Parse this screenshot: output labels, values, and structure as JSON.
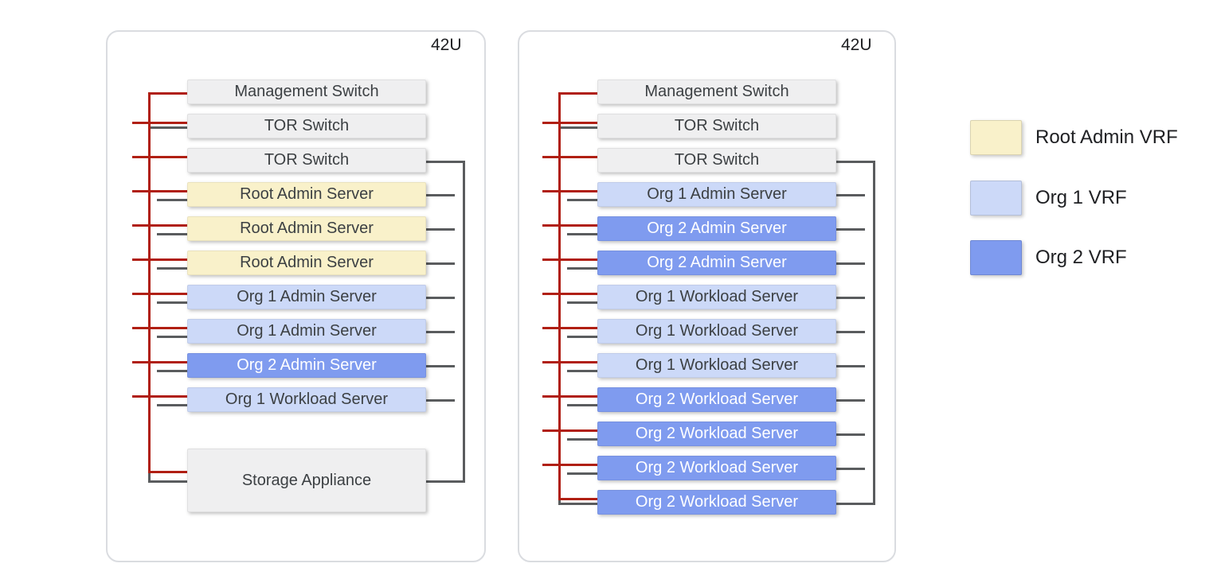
{
  "diagram": {
    "racks": [
      {
        "name": "rack-1",
        "unit_label": "42U",
        "boxes": [
          {
            "label": "Management Switch",
            "type": "management-switch",
            "connections": [
              "mgmt-top-corner"
            ]
          },
          {
            "label": "TOR Switch",
            "type": "tor-switch",
            "connections": [
              "mgmt-tick",
              "data-left-full"
            ]
          },
          {
            "label": "TOR Switch",
            "type": "tor-switch",
            "connections": [
              "mgmt-tick",
              "data-right-full"
            ]
          },
          {
            "label": "Root Admin Server",
            "type": "root-admin-server",
            "connections": [
              "mgmt-tick",
              "data-left-stub",
              "data-right-stub"
            ]
          },
          {
            "label": "Root Admin Server",
            "type": "root-admin-server",
            "connections": [
              "mgmt-tick",
              "data-left-stub",
              "data-right-stub"
            ]
          },
          {
            "label": "Root Admin Server",
            "type": "root-admin-server",
            "connections": [
              "mgmt-tick",
              "data-left-stub",
              "data-right-stub"
            ]
          },
          {
            "label": "Org 1 Admin Server",
            "type": "org1-admin-server",
            "connections": [
              "mgmt-tick",
              "data-left-stub",
              "data-right-stub"
            ]
          },
          {
            "label": "Org 1 Admin Server",
            "type": "org1-admin-server",
            "connections": [
              "mgmt-tick",
              "data-left-stub",
              "data-right-stub"
            ]
          },
          {
            "label": "Org 2 Admin Server",
            "type": "org2-admin-server",
            "connections": [
              "mgmt-tick",
              "data-left-stub",
              "data-right-stub"
            ]
          },
          {
            "label": "Org 1 Workload Server",
            "type": "org1-workload-server",
            "connections": [
              "mgmt-tick",
              "data-left-stub",
              "data-right-stub"
            ]
          },
          {
            "label": "Storage Appliance",
            "type": "storage-appliance",
            "connections": [
              "mgmt-bottom-corner",
              "data-left-full",
              "data-right-full"
            ]
          }
        ]
      },
      {
        "name": "rack-2",
        "unit_label": "42U",
        "boxes": [
          {
            "label": "Management Switch",
            "type": "management-switch",
            "connections": [
              "mgmt-top-corner"
            ]
          },
          {
            "label": "TOR Switch",
            "type": "tor-switch",
            "connections": [
              "mgmt-tick",
              "data-left-full"
            ]
          },
          {
            "label": "TOR Switch",
            "type": "tor-switch",
            "connections": [
              "mgmt-tick",
              "data-right-full"
            ]
          },
          {
            "label": "Org 1 Admin Server",
            "type": "org1-admin-server",
            "connections": [
              "mgmt-tick",
              "data-left-stub",
              "data-right-stub"
            ]
          },
          {
            "label": "Org 2 Admin Server",
            "type": "org2-admin-server",
            "connections": [
              "mgmt-tick",
              "data-left-stub",
              "data-right-stub"
            ]
          },
          {
            "label": "Org 2 Admin Server",
            "type": "org2-admin-server",
            "connections": [
              "mgmt-tick",
              "data-left-stub",
              "data-right-stub"
            ]
          },
          {
            "label": "Org 1 Workload Server",
            "type": "org1-workload-server",
            "connections": [
              "mgmt-tick",
              "data-left-stub",
              "data-right-stub"
            ]
          },
          {
            "label": "Org 1 Workload Server",
            "type": "org1-workload-server",
            "connections": [
              "mgmt-tick",
              "data-left-stub",
              "data-right-stub"
            ]
          },
          {
            "label": "Org 1 Workload Server",
            "type": "org1-workload-server",
            "connections": [
              "mgmt-tick",
              "data-left-stub",
              "data-right-stub"
            ]
          },
          {
            "label": "Org 2 Workload Server",
            "type": "org2-workload-server",
            "connections": [
              "mgmt-tick",
              "data-left-stub",
              "data-right-stub"
            ]
          },
          {
            "label": "Org 2 Workload Server",
            "type": "org2-workload-server",
            "connections": [
              "mgmt-tick",
              "data-left-stub",
              "data-right-stub"
            ]
          },
          {
            "label": "Org 2 Workload Server",
            "type": "org2-workload-server",
            "connections": [
              "mgmt-tick",
              "data-left-stub",
              "data-right-stub"
            ]
          },
          {
            "label": "Org 2 Workload Server",
            "type": "org2-workload-server",
            "connections": [
              "mgmt-bottom-corner",
              "data-left-full",
              "data-right-full"
            ]
          }
        ]
      }
    ],
    "legend": {
      "items": [
        {
          "label": "Root Admin VRF",
          "color": "#f9f1ca"
        },
        {
          "label": "Org 1 VRF",
          "color": "#ccd9f8"
        },
        {
          "label": "Org 2 VRF",
          "color": "#7f9bef"
        }
      ]
    },
    "colors": {
      "management_network_line": "#b01f13",
      "data_network_line": "#5a5c5e",
      "switch_fill": "#efeff0",
      "storage_fill": "#efeff0",
      "root_admin_fill": "#f9f1ca",
      "org1_fill": "#ccd9f8",
      "org2_fill": "#7f9bef"
    }
  }
}
